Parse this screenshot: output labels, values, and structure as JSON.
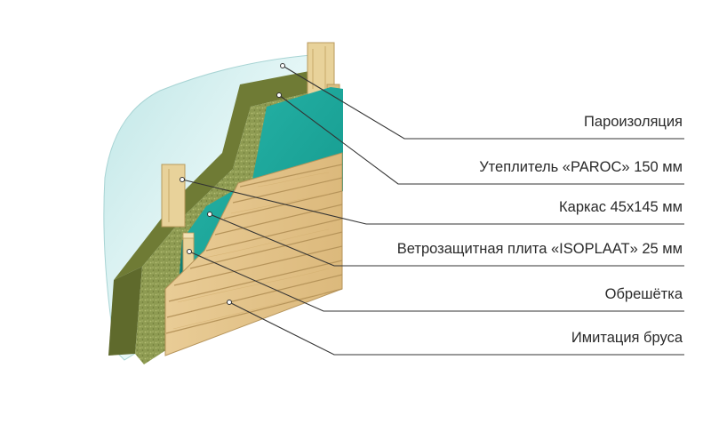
{
  "layers": [
    {
      "label": "Пароизоляция"
    },
    {
      "label": "Утеплитель «PAROC» 150 мм"
    },
    {
      "label": "Каркас 45х145 мм"
    },
    {
      "label": "Ветрозащитная плита «ISOPLAAT» 25 мм"
    },
    {
      "label": "Обрешётка"
    },
    {
      "label": "Имитация бруса"
    }
  ],
  "colors": {
    "vapor_barrier": "#cfecec",
    "insulation": "#8c9a4f",
    "wind_board": "#1aa79c",
    "wood": "#e7c891",
    "leader_line": "#333333"
  }
}
